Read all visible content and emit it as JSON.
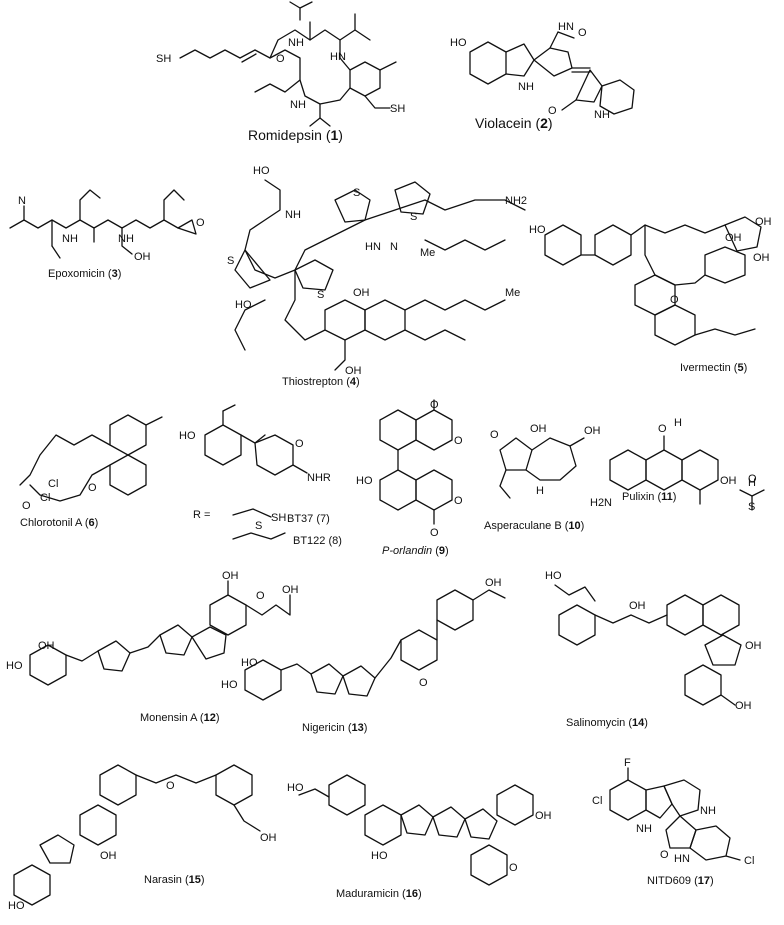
{
  "compounds": [
    {
      "name": "Romidepsin",
      "number": "1"
    },
    {
      "name": "Violacein",
      "number": "2"
    },
    {
      "name": "Epoxomicin",
      "number": "3"
    },
    {
      "name": "Thiostrepton",
      "number": "4"
    },
    {
      "name": "Ivermectin",
      "number": "5"
    },
    {
      "name": "Chlorotonil A",
      "number": "6"
    },
    {
      "name": "BT37",
      "number": "7"
    },
    {
      "name": "BT122",
      "number": "8"
    },
    {
      "name": "P-orlandin",
      "number": "9"
    },
    {
      "name": "Asperaculane B",
      "number": "10"
    },
    {
      "name": "Pulixin",
      "number": "11"
    },
    {
      "name": "Monensin A",
      "number": "12"
    },
    {
      "name": "Nigericin",
      "number": "13"
    },
    {
      "name": "Salinomycin",
      "number": "14"
    },
    {
      "name": "Narasin",
      "number": "15"
    },
    {
      "name": "Maduramicin",
      "number": "16"
    },
    {
      "name": "NITD609",
      "number": "17"
    }
  ],
  "r_group_label": "R =",
  "atom_labels": {
    "sh": "SH",
    "o": "O",
    "oh": "OH",
    "ho": "HO",
    "nh": "NH",
    "hn": "HN",
    "n": "N",
    "s": "S",
    "me": "Me",
    "nh2": "NH2",
    "h2n": "H2N",
    "nhr": "NHR",
    "cl": "Cl",
    "f": "F",
    "h": "H",
    "ho2": "HO"
  }
}
